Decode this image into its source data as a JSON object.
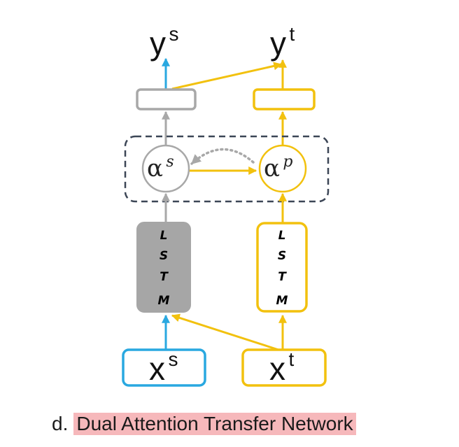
{
  "colors": {
    "source_blue": "#29a8e0",
    "target_yellow": "#f2c10e",
    "gray_line": "#a8a8a8",
    "lstm_fill": "#a6a6a6",
    "dashed_box": "#3c4656",
    "caption_highlight": "#f6b8bb"
  },
  "outputs": {
    "source": {
      "base": "y",
      "sup": "s"
    },
    "target": {
      "base": "y",
      "sup": "t"
    }
  },
  "attention": {
    "source": {
      "base": "α",
      "sup": "s"
    },
    "target": {
      "base": "α",
      "sup": "p"
    }
  },
  "lstm": {
    "letters": [
      "L",
      "S",
      "T",
      "M"
    ]
  },
  "inputs": {
    "source": {
      "base": "x",
      "sup": "s"
    },
    "target": {
      "base": "x",
      "sup": "t"
    }
  },
  "caption": {
    "prefix": "d.",
    "title": "Dual Attention Transfer Network"
  }
}
